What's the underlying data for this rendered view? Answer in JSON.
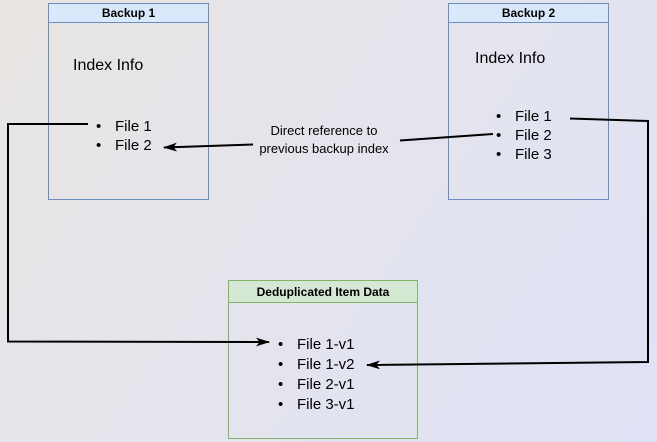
{
  "diagram": {
    "bullet": "•",
    "backup1": {
      "title": "Backup 1",
      "section_label": "Index Info",
      "items": [
        "File 1",
        "File 2"
      ]
    },
    "backup2": {
      "title": "Backup 2",
      "section_label": "Index Info",
      "items": [
        "File 1",
        "File 2",
        "File 3"
      ]
    },
    "dedup": {
      "title": "Deduplicated Item Data",
      "items": [
        "File 1-v1",
        "File 1-v2",
        "File 2-v1",
        "File 3-v1"
      ]
    },
    "annotation": {
      "line1": "Direct reference to",
      "line2": "previous backup index"
    },
    "colors": {
      "backup_box_border": "#6c8ebf",
      "backup_box_header_fill": "#dae8fc",
      "dedup_box_border": "#82b366",
      "dedup_box_header_fill": "#d5e8d4",
      "connector": "#000000",
      "background_top_left": "#e8e5e2",
      "background_bottom_right": "#dfe2f6",
      "text": "#000000"
    }
  }
}
